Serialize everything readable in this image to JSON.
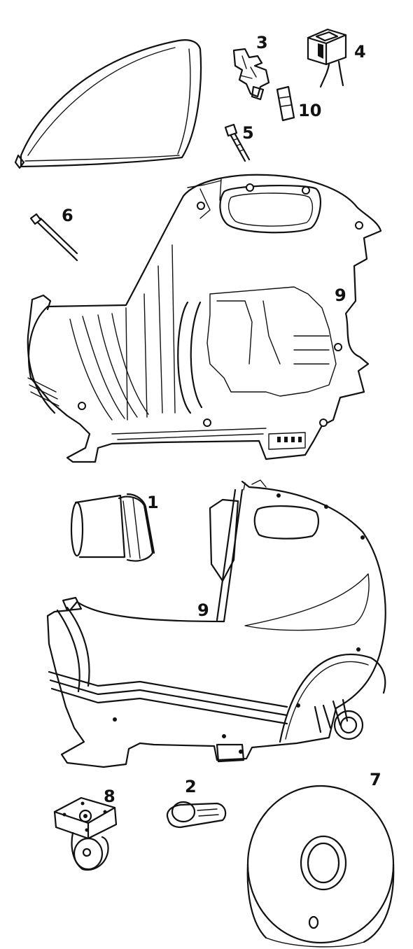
{
  "diagram": {
    "part_labels": {
      "p1": "1",
      "p2": "2",
      "p3": "3",
      "p4": "4",
      "p5": "5",
      "p6": "6",
      "p7": "7",
      "p8": "8",
      "p9_upper": "9",
      "p9_lower": "9",
      "p10": "10"
    },
    "line_color": "#111111",
    "background": "#ffffff"
  }
}
